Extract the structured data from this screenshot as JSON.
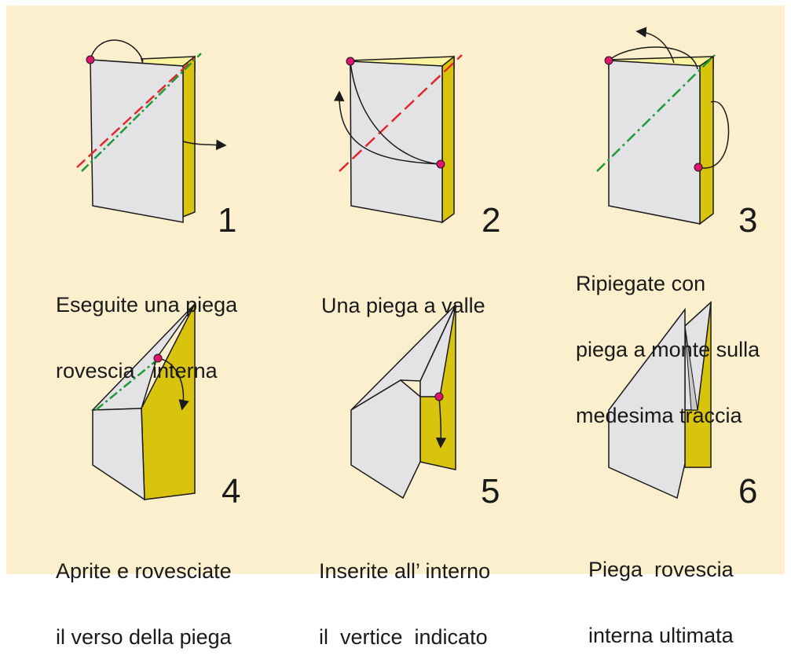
{
  "steps": [
    {
      "number": "1",
      "caption": [
        "Eseguite una piega",
        "rovescia   interna"
      ]
    },
    {
      "number": "2",
      "caption": [
        "Una piega a valle"
      ]
    },
    {
      "number": "3",
      "caption": [
        "Ripiegate con",
        "piega a monte sulla",
        "medesima traccia"
      ]
    },
    {
      "number": "4",
      "caption": [
        "Aprite e rovesciate",
        "il verso della piega"
      ]
    },
    {
      "number": "5",
      "caption": [
        "Inserite all’ interno",
        "il  vertice  indicato"
      ]
    },
    {
      "number": "6",
      "caption": [
        "Piega  rovescia",
        "interna ultimata"
      ]
    }
  ],
  "colors": {
    "background": "#fbefcd",
    "paper_front": "#e3e3e6",
    "paper_back": "#d8c40c",
    "paper_light_yellow": "#fbf3a0",
    "valley_fold_line": "#e0282a",
    "mountain_fold_line": "#1f9a3a",
    "reference_point": "#e0136e"
  }
}
